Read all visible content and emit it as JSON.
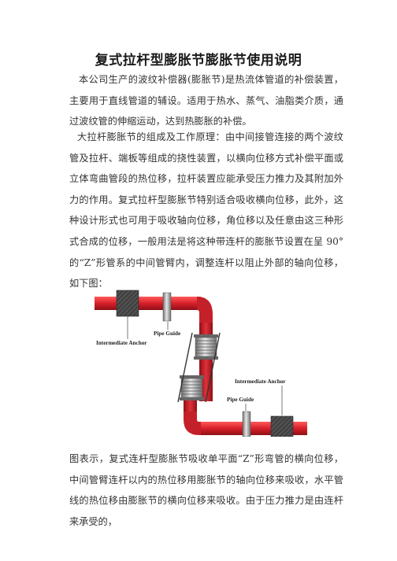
{
  "document": {
    "title": "复式拉杆型膨胀节膨胀节使用说明",
    "paragraph1": "本公司生产的波纹补偿器(膨胀节)是热流体管道的补偿装置，主要用于直线管道的辅设。适用于热水、蒸气、油脂类介质，通过波纹管的伸缩运动，达到热膨胀的补偿。",
    "paragraph2": "大拉杆膨胀节的组成及工作原理：由中间接管连接的两个波纹管及拉杆、端板等组成的挠性装置，以横向位移方式补偿平面或立体弯曲管段的热位移，拉杆装置应能承受压力推力及其附加外力的作用。复式拉杆型膨胀节特别适合吸收横向位移，此外，这种设计形式也可用于吸收轴向位移，角位移以及任意由这三种形式合成的位移，一般用法是将这种带连杆的膨胀节设置在呈 90° 的“Z”形管系的中间管臂内，调整连杆以阻止外部的轴向位移，如下图：",
    "paragraph3": "图表示，复式连杆型膨胀节吸收单平面“Z”形弯管的横向位移，中间管臂连杆以内的热位移用膨胀节的轴向位移来吸收，水平管线的热位移由膨胀节的横向位移来吸收。由于压力推力是由连杆来承受的，"
  },
  "figure": {
    "labels": {
      "pipe_guide_top": "Pipe Guide",
      "anchor_top": "Intermediate Anchor",
      "anchor_bottom": "Intermediate Anchor",
      "pipe_guide_bottom": "Pipe Guide"
    },
    "colors": {
      "pipe": "#d8202a",
      "pipe_dark": "#9e1219",
      "anchor": "#4d4d4d",
      "bellows": "#b8b8b8"
    }
  }
}
